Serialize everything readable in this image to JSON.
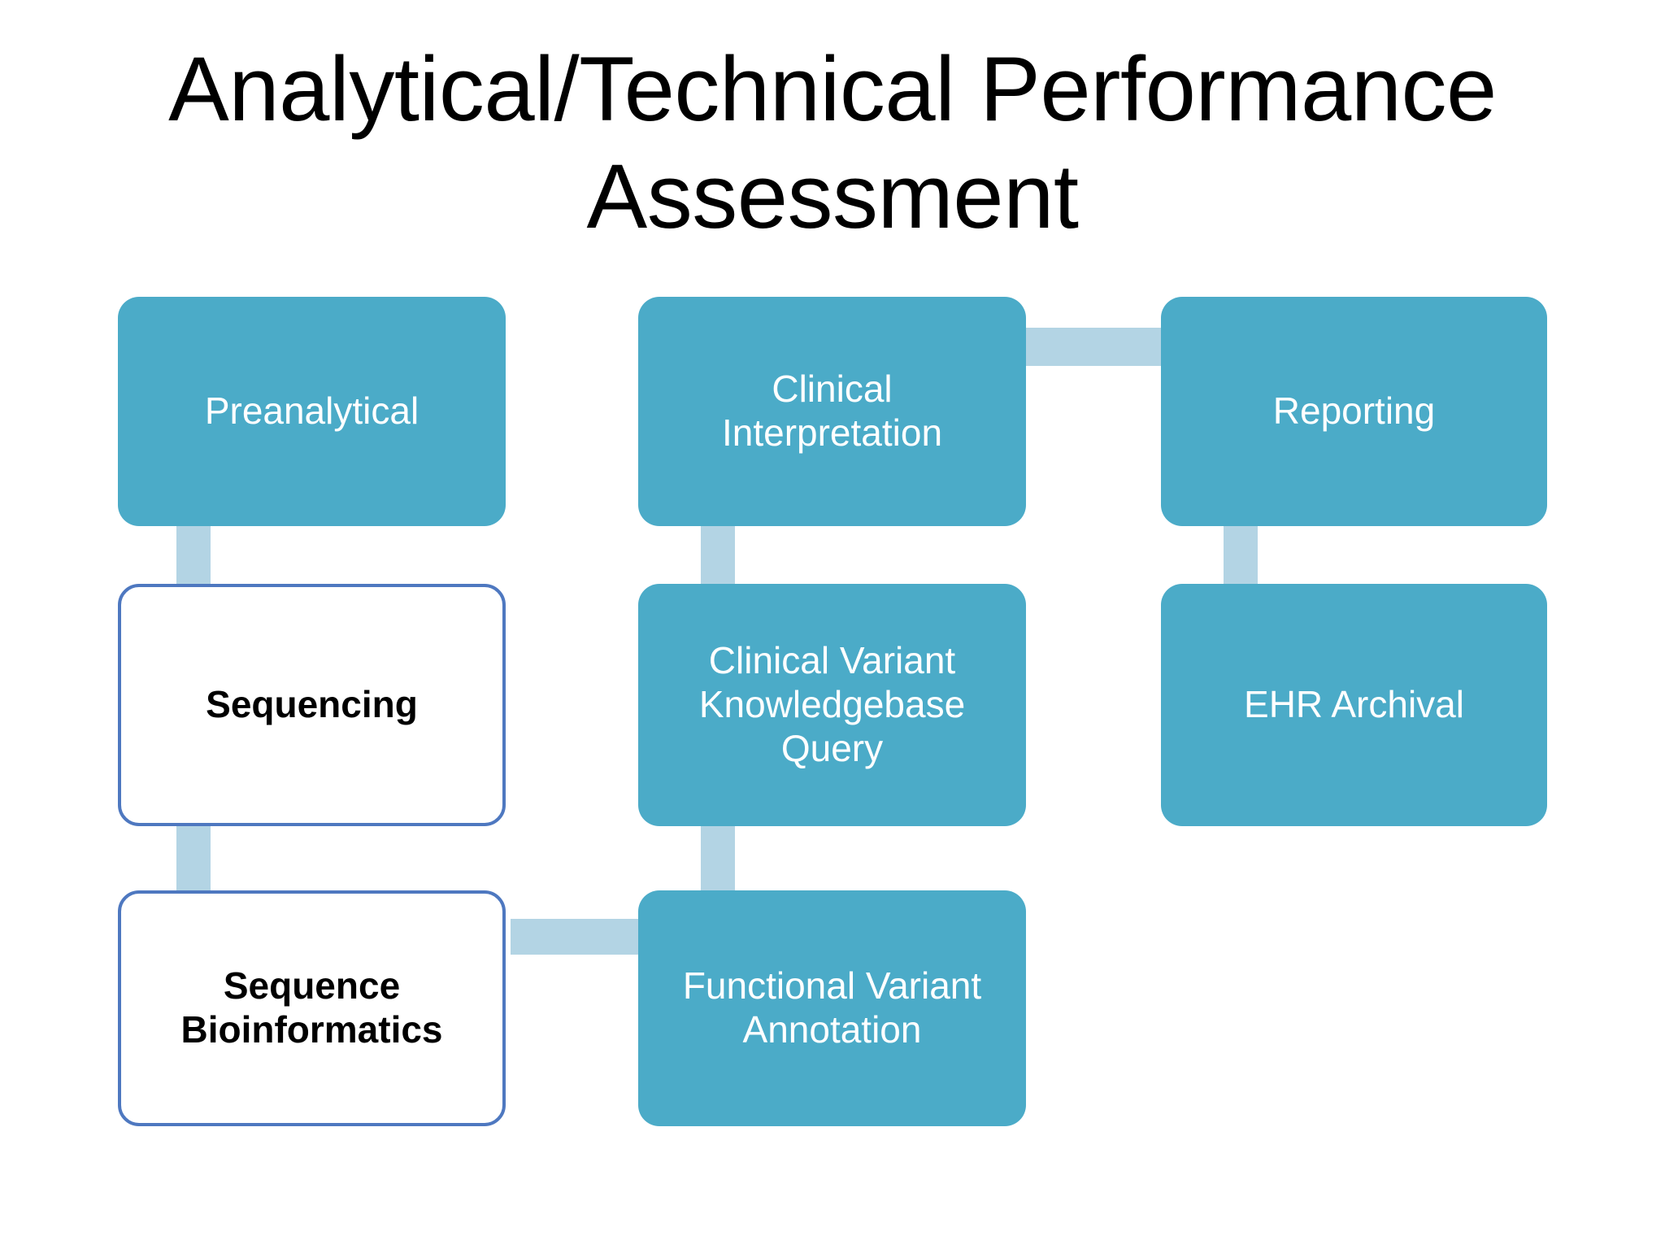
{
  "slide": {
    "title": "Analytical/Technical Performance\nAssessment",
    "background_color": "#FFFFFF"
  },
  "theme": {
    "filled_box_color": "#4BABC8",
    "filled_box_text_color": "#FFFFFF",
    "outlined_box_border_color": "#4E78C0",
    "outlined_box_fill_color": "#FFFFFF",
    "outlined_box_text_color": "#000000",
    "connector_color": "#B3D4E4",
    "title_text_color": "#000000"
  },
  "nodes": [
    {
      "id": "preanalytical",
      "label": "Preanalytical",
      "style": "filled",
      "column": 1,
      "row": 1
    },
    {
      "id": "sequencing",
      "label": "Sequencing",
      "style": "outlined",
      "column": 1,
      "row": 2
    },
    {
      "id": "bioinformatics",
      "label": "Sequence\nBioinformatics",
      "style": "outlined",
      "column": 1,
      "row": 3
    },
    {
      "id": "clinical-interp",
      "label": "Clinical\nInterpretation",
      "style": "filled",
      "column": 2,
      "row": 1
    },
    {
      "id": "cvkq",
      "label": "Clinical Variant\nKnowledgebase\nQuery",
      "style": "filled",
      "column": 2,
      "row": 2
    },
    {
      "id": "functional-annot",
      "label": "Functional Variant\nAnnotation",
      "style": "filled",
      "column": 2,
      "row": 3
    },
    {
      "id": "reporting",
      "label": "Reporting",
      "style": "filled",
      "column": 3,
      "row": 1
    },
    {
      "id": "ehr-archival",
      "label": "EHR Archival",
      "style": "filled",
      "column": 3,
      "row": 2
    }
  ],
  "connectors": [
    {
      "id": "conn-preanalytical-sequencing",
      "from": "preanalytical",
      "to": "sequencing",
      "orientation": "vertical"
    },
    {
      "id": "conn-sequencing-bioinformatics",
      "from": "sequencing",
      "to": "bioinformatics",
      "orientation": "vertical"
    },
    {
      "id": "conn-bioinformatics-functional",
      "from": "bioinformatics",
      "to": "functional-annot",
      "orientation": "horizontal"
    },
    {
      "id": "conn-clinicalinterp-cvkq",
      "from": "clinical-interp",
      "to": "cvkq",
      "orientation": "vertical"
    },
    {
      "id": "conn-cvkq-functional",
      "from": "cvkq",
      "to": "functional-annot",
      "orientation": "vertical"
    },
    {
      "id": "conn-clinicalinterp-reporting",
      "from": "clinical-interp",
      "to": "reporting",
      "orientation": "horizontal"
    },
    {
      "id": "conn-reporting-ehr",
      "from": "reporting",
      "to": "ehr-archival",
      "orientation": "vertical"
    }
  ]
}
